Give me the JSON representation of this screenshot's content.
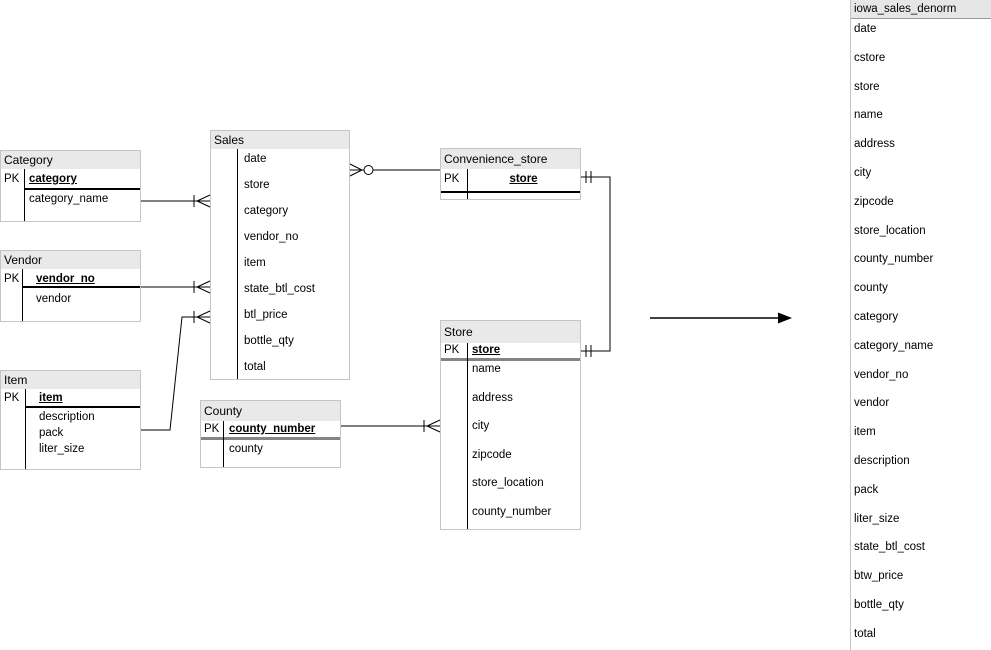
{
  "diagram": {
    "pk_label": "PK",
    "entities": [
      {
        "id": "category",
        "title": "Category",
        "pk": [
          "category"
        ],
        "fields": [
          "category_name"
        ]
      },
      {
        "id": "vendor",
        "title": "Vendor",
        "pk": [
          "vendor_no"
        ],
        "fields": [
          "vendor"
        ]
      },
      {
        "id": "item",
        "title": "Item",
        "pk": [
          "item"
        ],
        "fields": [
          "description",
          "pack",
          "liter_size"
        ]
      },
      {
        "id": "sales",
        "title": "Sales",
        "pk": [],
        "fields": [
          "date",
          "store",
          "category",
          "vendor_no",
          "item",
          "state_btl_cost",
          "btl_price",
          "bottle_qty",
          "total"
        ]
      },
      {
        "id": "county",
        "title": "County",
        "pk": [
          "county_number"
        ],
        "fields": [
          "county"
        ]
      },
      {
        "id": "convenience_store",
        "title": "Convenience_store",
        "pk": [
          "store"
        ],
        "fields": []
      },
      {
        "id": "store",
        "title": "Store",
        "pk": [
          "store"
        ],
        "fields": [
          "name",
          "address",
          "city",
          "zipcode",
          "store_location",
          "county_number"
        ]
      }
    ],
    "denorm": {
      "title": "iowa_sales_denorm",
      "fields": [
        "date",
        "cstore",
        "store",
        "name",
        "address",
        "city",
        "zipcode",
        "store_location",
        "county_number",
        "county",
        "category",
        "category_name",
        "vendor_no",
        "vendor",
        "item",
        "description",
        "pack",
        "liter_size",
        "state_btl_cost",
        "btw_price",
        "bottle_qty",
        "total"
      ]
    },
    "relationships": [
      {
        "from": "Category",
        "to": "Sales",
        "cardinality_at_to": "one-to-many-crow-foot"
      },
      {
        "from": "Vendor",
        "to": "Sales",
        "cardinality_at_to": "one-to-many-crow-foot"
      },
      {
        "from": "Item",
        "to": "Sales",
        "cardinality_at_to": "one-to-many-crow-foot"
      },
      {
        "from": "Sales",
        "to": "Convenience_store",
        "cardinality_at_from": "zero-or-many"
      },
      {
        "from": "Convenience_store",
        "to": "Store",
        "cardinality": "one-and-only-one-both-ends"
      },
      {
        "from": "County",
        "to": "Store",
        "cardinality_at_to": "one-to-many-crow-foot"
      }
    ],
    "colors": {
      "header_bg": "#e9e9e9",
      "border": "#c5c5c5",
      "line": "#000000",
      "thick_separator": "#848484"
    }
  }
}
